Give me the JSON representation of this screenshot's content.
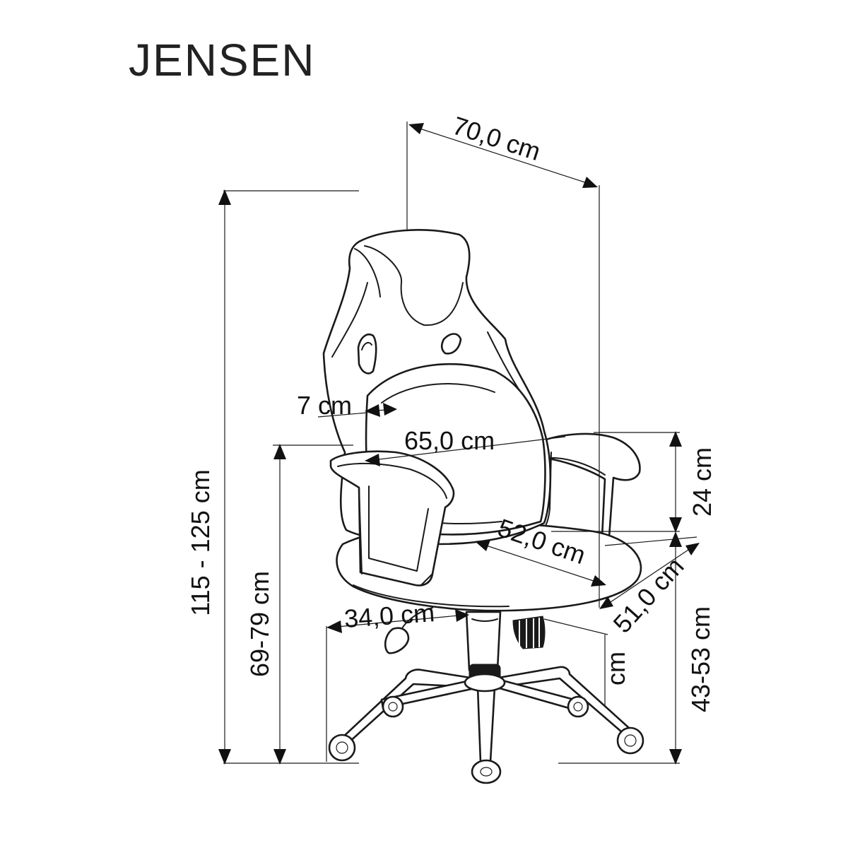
{
  "title": "JENSEN",
  "dimensions": {
    "overall_width": "70,0 cm",
    "overall_height": "115 - 125 cm",
    "armrest_height": "69-79 cm",
    "backrest_thickness": "7 cm",
    "armrest_span": "65,0 cm",
    "armrest_above_seat": "24 cm",
    "seat_width": "52,0 cm",
    "seat_depth": "51,0 cm",
    "seat_height": "43-53 cm",
    "gas_lift": "34,0 cm",
    "unit_fragment": "cm"
  }
}
